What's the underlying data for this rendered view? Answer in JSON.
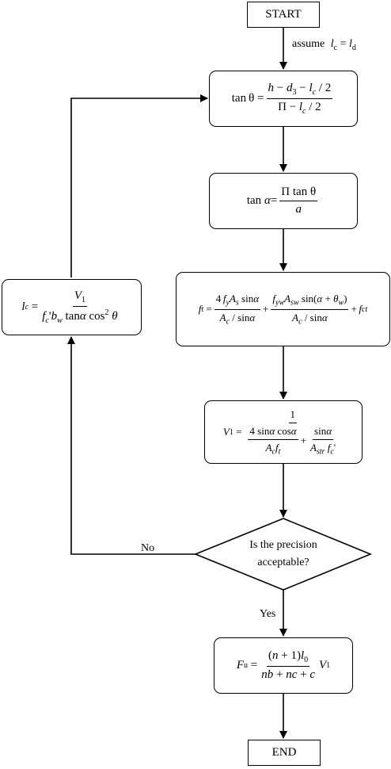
{
  "flowchart": {
    "start_label": "START",
    "end_label": "END",
    "assume_text": "assume",
    "decision": {
      "line1": "Is the precision",
      "line2": "acceptable?"
    },
    "no_label": "No",
    "yes_label": "Yes",
    "equations": {
      "tan_theta": "tanθ = (h − d3 − lc/2) / (Π − lc/2)",
      "tan_alpha": "tanα = Π tanθ / a",
      "ft": "ft = 4fy As sinα / (Ac/sinα) + fyw Asw sin(α+θw) / (Ac/sinα) + fct",
      "v1": "V1 = 1 / (4 sinα cosα / (Ac ft) + sinα / (Astr fc'))",
      "fu": "Fu = (n+1) l0 V1 / (nb + nc + c)",
      "lc": "lc = V1 / (fc' bw tanα cos²θ)",
      "assume": "lc = ld"
    }
  }
}
